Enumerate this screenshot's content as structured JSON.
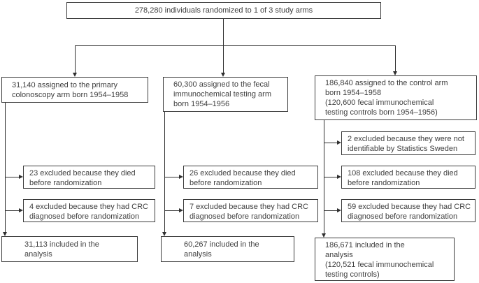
{
  "colors": {
    "background": "#ffffff",
    "box_fill": "#ffffff",
    "box_border": "#3c3c3c",
    "text": "#3f3f3f",
    "connector_line": "#2f2f2f"
  },
  "root": {
    "lines": [
      "278,280 individuals randomized to 1 of 3 study arms"
    ]
  },
  "arms": [
    {
      "name": "primary-colonoscopy-arm",
      "assigned": [
        "31,140 assigned to the primary",
        "colonoscopy arm born 1954–1958"
      ],
      "exclusions": [
        [
          "23 excluded because they died",
          "before randomization"
        ],
        [
          "4 excluded because they had CRC",
          "diagnosed before randomization"
        ]
      ],
      "included": [
        "31,113 included in the",
        "analysis"
      ]
    },
    {
      "name": "fecal-immunochemical-testing-arm",
      "assigned": [
        "60,300 assigned to the fecal",
        "immunochemical testing arm",
        "born 1954–1956"
      ],
      "exclusions": [
        [
          "26 excluded because they died",
          "before randomization"
        ],
        [
          "7 excluded because they had CRC",
          "diagnosed before randomization"
        ]
      ],
      "included": [
        "60,267 included in the",
        "analysis"
      ]
    },
    {
      "name": "control-arm",
      "assigned": [
        "186,840 assigned to the control arm",
        "born 1954–1958",
        "(120,600 fecal immunochemical",
        "testing controls born 1954–1956)"
      ],
      "exclusions": [
        [
          "2 excluded because they were not",
          "identifiable by Statistics Sweden"
        ],
        [
          "108 excluded because they died",
          "before randomization"
        ],
        [
          "59 excluded because they had CRC",
          "diagnosed before randomization"
        ]
      ],
      "included": [
        "186,671 included in the",
        "analysis",
        "(120,521 fecal immunochemical",
        "testing controls)"
      ]
    }
  ]
}
